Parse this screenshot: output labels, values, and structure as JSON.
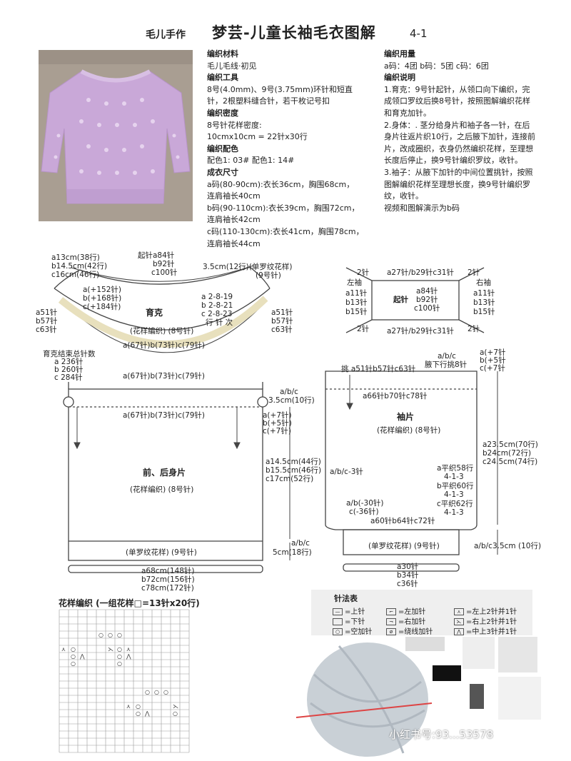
{
  "header": {
    "brand": "毛儿手作",
    "title": "梦芸-儿童长袖毛衣图解",
    "page": "4-1"
  },
  "info_left": [
    {
      "text": "编织材料",
      "bold": true
    },
    {
      "text": "毛儿毛线·初见",
      "bold": false
    },
    {
      "text": "编织工具",
      "bold": true
    },
    {
      "text": "8号(4.0mm)、9号(3.75mm)环针和短直",
      "bold": false
    },
    {
      "text": "针，2根塑料缝合针，若干枚记号扣",
      "bold": false
    },
    {
      "text": "编织密度",
      "bold": true
    },
    {
      "text": "8号针花样密度:",
      "bold": false
    },
    {
      "text": "10cmx10cm = 22针x30行",
      "bold": false
    },
    {
      "text": "编织配色",
      "bold": true
    },
    {
      "text": "配色1: 03#  配色1: 14#",
      "bold": false
    },
    {
      "text": "成衣尺寸",
      "bold": true
    },
    {
      "text": "a码(80-90cm):衣长36cm，胸围68cm，",
      "bold": false
    },
    {
      "text": "连肩袖长40cm",
      "bold": false
    },
    {
      "text": "b码(90-110cm):衣长39cm，胸围72cm，",
      "bold": false
    },
    {
      "text": "连肩袖长42cm",
      "bold": false
    },
    {
      "text": "c码(110-130cm):衣长41cm，胸围78cm，",
      "bold": false
    },
    {
      "text": "连肩袖长44cm",
      "bold": false
    }
  ],
  "info_right": [
    {
      "text": "编织用量",
      "bold": true
    },
    {
      "text": "a码：4团  b码：5团  c码：6团",
      "bold": false
    },
    {
      "text": "编织说明",
      "bold": true
    },
    {
      "text": "1.育克：9号针起针，从领口向下编织，完成领口罗纹后换8号针，按照图解编织花样和育克加针。",
      "bold": false
    },
    {
      "text": "2.身体：. 茎分给身片和袖子各一针，在后身片往返片织10行，之后腋下加针，连接前片，改成圈织，衣身仍然编织花样，至理想长度后停止，换9号针编织罗纹，收针。",
      "bold": false
    },
    {
      "text": "3.袖子：从腋下加针的中间位置挑针，按照图解编织花样至理想长度，换9号针编织罗纹，收针。",
      "bold": false
    },
    {
      "text": "视频和图解演示为b码",
      "bold": false
    }
  ],
  "yoke": {
    "cast_on": "起针a84针",
    "cast_on_b": "b92针",
    "cast_on_c": "c100针",
    "rows": [
      "a13cm(38行)",
      "b14.5cm(42行)",
      "c16cm(46行)"
    ],
    "rib_note": "3.5cm(12行)(单罗纹花样)",
    "rib_needle": "(9号针)",
    "inc": [
      "a(+152针)",
      "b(+168针)",
      "c(+184针)"
    ],
    "left_sts": [
      "a51针",
      "b57针",
      "c63针"
    ],
    "right_sts": [
      "a51针",
      "b57针",
      "c63针"
    ],
    "right_rate": [
      "a 2-8-19",
      "b 2-8-21",
      "c 2-8-23",
      "行 针 次"
    ],
    "title": "育克",
    "sub": "(花样编织) (8号针)",
    "bottom": "a(67针)b(73针)c(79针)",
    "end_title": "育克结束总针数",
    "end_sts": [
      "a 236针",
      "b 260针",
      "c 284针"
    ],
    "bottom2": "a(67针)b(73针)c(79针)"
  },
  "body": {
    "top": "a(67针)b(73针)c(79针)",
    "abc": "a/b/c",
    "back_rows": "3.5cm(10行)",
    "side_inc": [
      "a(+7针)",
      "b(+5针)",
      "c(+7针)"
    ],
    "length": [
      "a14.5cm(44行)",
      "b15.5cm(46行)",
      "c17cm(52行)"
    ],
    "title": "前、后身片",
    "sub": "(花样编织) (8号针)",
    "rib": "(单罗纹花样)  (9号针)",
    "rib_abc": "a/b/c",
    "rib_len": "5cm(18行)",
    "bottom": [
      "a68cm(148针)",
      "b72cm(156针)",
      "c78cm(172针)"
    ]
  },
  "yoke_chart": {
    "top": "a27针/b29针c31针",
    "bottom": "a27针/b29针c31针",
    "left_title": "左袖",
    "right_title": "右袖",
    "left": [
      "a11针",
      "b13针",
      "b15针"
    ],
    "right": [
      "a11针",
      "b13针",
      "b15针"
    ],
    "center": "起针",
    "center_sts": [
      "a84针",
      "b92针",
      "c100针"
    ],
    "corner": "2针"
  },
  "sleeve": {
    "abc": "a/b/c",
    "pick_rows": "腋下行挑8针",
    "pick": "挑 a51针b57针c63针",
    "inc": [
      "a(+7针",
      "b(+5针",
      "c(+7针"
    ],
    "upper": "a66针b70针c78针",
    "title": "袖片",
    "sub": "(花样编织) (8号针)",
    "length": [
      "a23.5cm(70行)",
      "b24cm(72行)",
      "c24.5cm(74行)"
    ],
    "dec_note": "a/b/c-3针",
    "dec_a": [
      "a平织58行",
      "4-1-3"
    ],
    "dec_b": [
      "b平织60行",
      "4-1-3"
    ],
    "dec_c": [
      "c平织62行",
      "4-1-3"
    ],
    "dec_side": [
      "a/b(-30针)",
      "c(-36针)"
    ],
    "lower": "a60针b64针c72针",
    "rib": "(单罗纹花样)  (9号针)",
    "rib_len": "a/b/c3.5cm (10行)",
    "bottom": [
      "a30针",
      "b34针",
      "c36针"
    ]
  },
  "pattern": {
    "title": "花样编织 (一组花样□=13针x20行)"
  },
  "legend": {
    "title": "针法表",
    "items": [
      "=上针",
      "=下针",
      "=空加针",
      "=左加针",
      "=右加针",
      "=绕线加针",
      "=左上2针并1针",
      "=右上2针并1针",
      "=中上3针并1针"
    ]
  },
  "watermark": {
    "text": "小红书号:",
    "id": "93...53578"
  },
  "colors": {
    "yoke_band": "#f5f0d8",
    "legend_bg": "#efefef",
    "watermark": "#e68080",
    "photo_bg": "#a99e92",
    "sweater": "#c9a8d8"
  }
}
